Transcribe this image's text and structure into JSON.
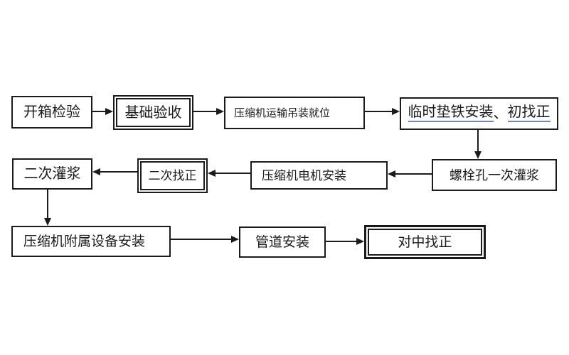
{
  "diagram": {
    "type": "flowchart",
    "background": "#ffffff",
    "stroke_color": "#1b1b1b",
    "underline_color": "#6d89bd",
    "nodes": [
      {
        "id": "n1",
        "label": "开箱检验",
        "shape": "rect"
      },
      {
        "id": "n2",
        "label": "基础验收",
        "shape": "double-rect"
      },
      {
        "id": "n3",
        "label": "压缩机运输吊装就位",
        "shape": "rect"
      },
      {
        "id": "n4",
        "label": "临时垫铁安装、初找正",
        "shape": "rect",
        "parts": [
          "临时垫铁安装",
          "、",
          "初找正"
        ],
        "underlined_parts": [
          "临时垫铁安装",
          "初找正"
        ]
      },
      {
        "id": "n5",
        "label": "二次灌浆",
        "shape": "rect"
      },
      {
        "id": "n6",
        "label": "二次找正",
        "shape": "double-rect"
      },
      {
        "id": "n7",
        "label": "压缩机电机安装",
        "shape": "rect"
      },
      {
        "id": "n8",
        "label": "螺栓孔一次灌浆",
        "shape": "rect"
      },
      {
        "id": "n9",
        "label": "压缩机附属设备安装",
        "shape": "rect"
      },
      {
        "id": "n10",
        "label": "管道安装",
        "shape": "rect"
      },
      {
        "id": "n11",
        "label": "对中找正",
        "shape": "double-rect"
      }
    ],
    "edges": [
      {
        "from": "开箱检验",
        "to": "基础验收",
        "direction": "right"
      },
      {
        "from": "基础验收",
        "to": "压缩机运输吊装就位",
        "direction": "right"
      },
      {
        "from": "压缩机运输吊装就位",
        "to": "临时垫铁安装、初找正",
        "direction": "right"
      },
      {
        "from": "临时垫铁安装、初找正",
        "to": "螺栓孔一次灌浆",
        "direction": "down"
      },
      {
        "from": "螺栓孔一次灌浆",
        "to": "压缩机电机安装",
        "direction": "left"
      },
      {
        "from": "压缩机电机安装",
        "to": "二次找正",
        "direction": "left"
      },
      {
        "from": "二次找正",
        "to": "二次灌浆",
        "direction": "left"
      },
      {
        "from": "二次灌浆",
        "to": "压缩机附属设备安装",
        "direction": "down"
      },
      {
        "from": "压缩机附属设备安装",
        "to": "管道安装",
        "direction": "right"
      },
      {
        "from": "管道安装",
        "to": "对中找正",
        "direction": "right"
      }
    ]
  }
}
